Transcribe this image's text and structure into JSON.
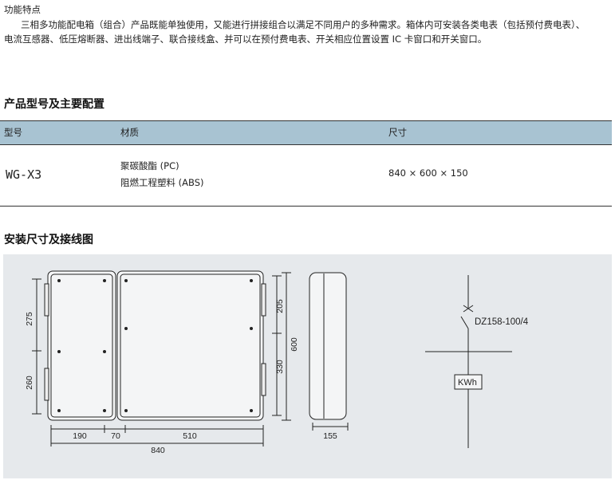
{
  "features": {
    "title": "功能特点",
    "line1": "三相多功能配电箱（组合）产品既能单独使用，又能进行拼接组合以满足不同用户的多种需求。箱体内可安装各类电表（包括预付费电表）、",
    "line2": "电流互感器、低压熔断器、进出线端子、联合接线盒、并可以在预付费电表、开关相应位置设置 IC 卡窗口和开关窗口。"
  },
  "spec_section": {
    "title": "产品型号及主要配置",
    "headers": [
      "型号",
      "材质",
      "尺寸"
    ],
    "row": {
      "model": "WG-X3",
      "material_1": "聚碳酸酯 (PC)",
      "material_2": "阻燃工程塑料 (ABS)",
      "size": "840 × 600 × 150"
    }
  },
  "install_section": {
    "title": "安装尺寸及接线图",
    "dims": {
      "left_upper": "275",
      "left_lower": "260",
      "right_upper": "205",
      "right_lower": "330",
      "height_total": "600",
      "w1": "190",
      "w2": "70",
      "w3": "510",
      "width_total": "840",
      "depth": "155"
    },
    "wiring": {
      "breaker": "DZ158-100/4",
      "meter": "KWh"
    }
  },
  "colors": {
    "table_header": "#a8c3d2",
    "panel_bg": "#e6e9ec",
    "line": "#222222"
  }
}
